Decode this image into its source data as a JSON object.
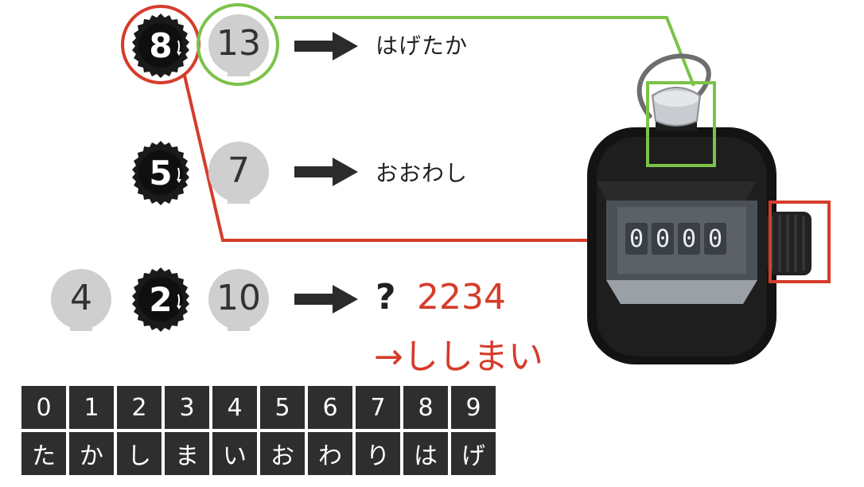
{
  "rows": [
    {
      "circled": "8",
      "number": "13",
      "arrow": "arrow-right",
      "word": "はげたか"
    },
    {
      "circled": "5",
      "number": "7",
      "arrow": "arrow-right",
      "word": "おおわし"
    },
    {
      "first": "4",
      "circled": "2",
      "number": "10",
      "arrow": "arrow-right",
      "question": "?",
      "answer_number": "2234",
      "answer_word": "→ししまい"
    }
  ],
  "counter": {
    "digits": [
      "0",
      "0",
      "0",
      "0"
    ]
  },
  "legend": {
    "digits": [
      "0",
      "1",
      "2",
      "3",
      "4",
      "5",
      "6",
      "7",
      "8",
      "9"
    ],
    "kana": [
      "た",
      "か",
      "し",
      "ま",
      "い",
      "お",
      "わ",
      "り",
      "は",
      "げ"
    ]
  },
  "colors": {
    "highlight_red": "#d63c2b",
    "highlight_green": "#7cc24a",
    "dark_badge": "#1a1a1a",
    "light_badge": "#cfcfcf",
    "legend_cell": "#2e2e2e"
  }
}
